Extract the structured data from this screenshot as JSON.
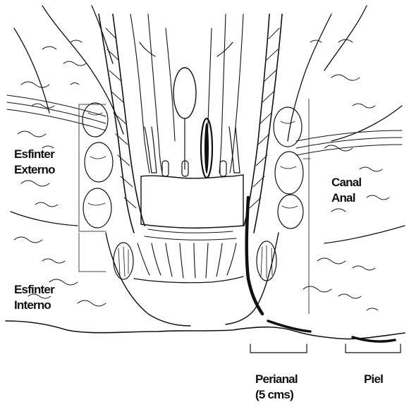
{
  "labels": {
    "external_sphincter": [
      "Esfinter",
      "Externo"
    ],
    "internal_sphincter": [
      "Esfinter",
      "Interno"
    ],
    "anal_canal": [
      "Canal",
      "Anal"
    ],
    "perianal": [
      "Perianal",
      "(5 cms)"
    ],
    "skin": "Piel"
  },
  "colors": {
    "ink": "#111111",
    "background": "#ffffff"
  }
}
